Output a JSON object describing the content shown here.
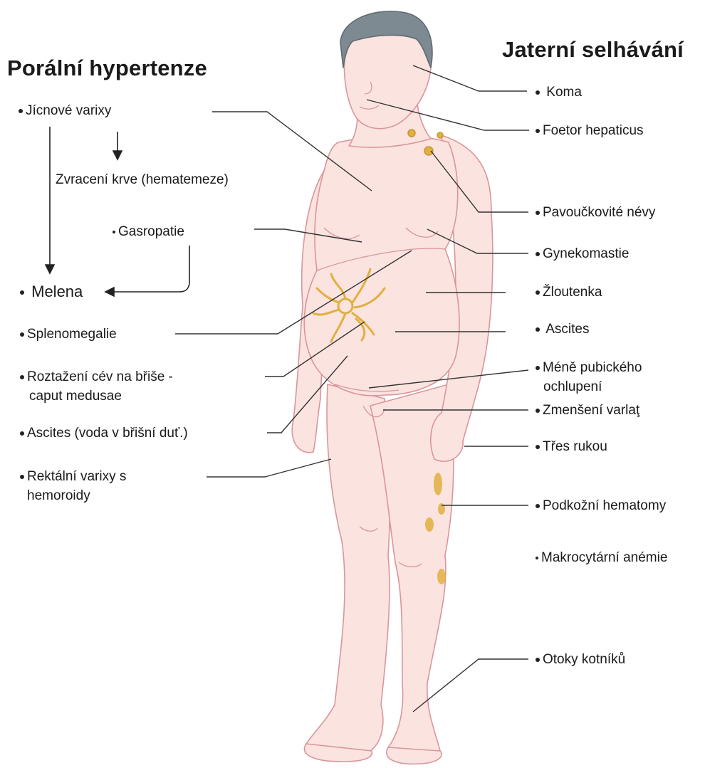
{
  "left": {
    "title": "Porální hypertenze",
    "items": [
      "Jícnové varixy",
      "Zvracení krve (hematemeze)",
      "Gasropatie",
      "Melena",
      "Splenomegalie",
      "Roztažení cév na břiše -",
      "caput medusae",
      "Ascites (voda v břišní duť.)",
      "Rektální varixy s",
      "hemoroidy"
    ]
  },
  "right": {
    "title": "Jaterní selhávání",
    "items": [
      "Koma",
      "Foetor hepaticus",
      "Pavoučkovité névy",
      "Gynekomastie",
      "Žloutenka",
      "Ascites",
      "Méně pubického",
      "ochlupení",
      "Zmenšení varlaţ",
      "Třes rukou",
      "Podkožní hematomy",
      "Makrocytární anémie",
      "Otoky kotníků"
    ]
  },
  "colors": {
    "skin": "#fbe3e0",
    "outline": "#d9969b",
    "hair": "#7d8a92",
    "veins": "#e0b040",
    "lines": "#333333"
  }
}
